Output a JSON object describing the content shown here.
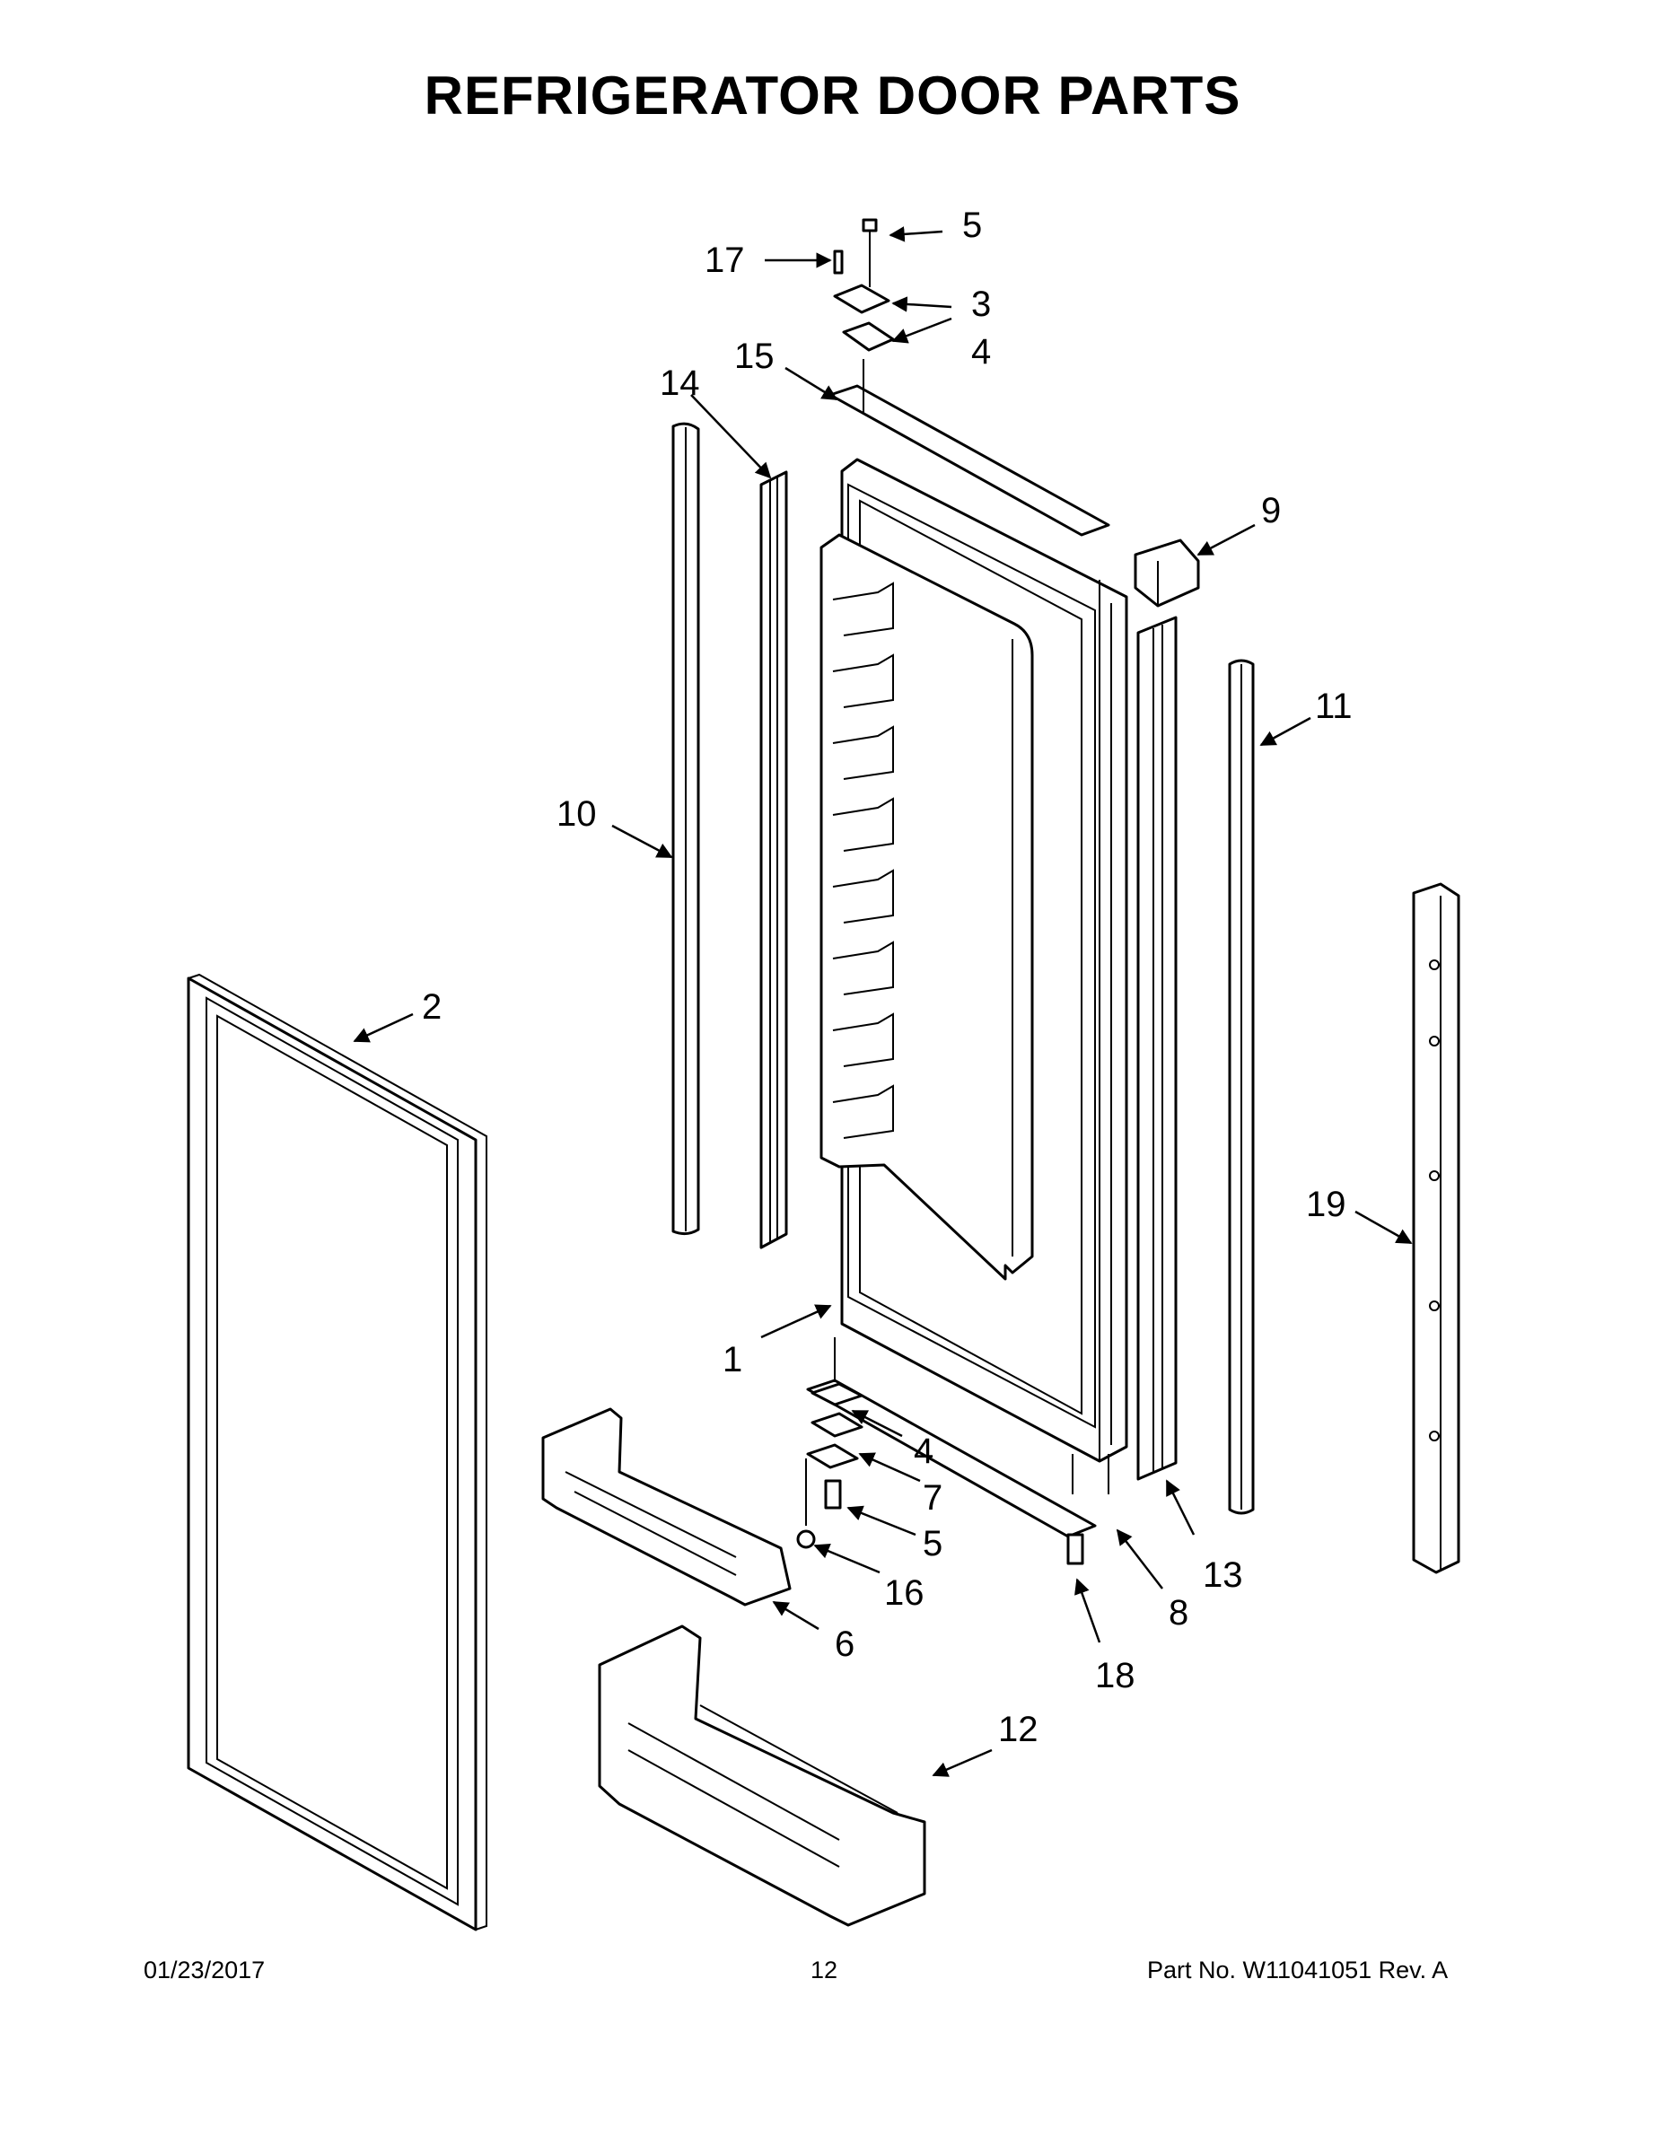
{
  "title": "REFRIGERATOR DOOR PARTS",
  "footer": {
    "date": "01/23/2017",
    "page": "12",
    "part_no": "Part No.  W11041051  Rev.  A"
  },
  "callouts": {
    "c1": "1",
    "c2": "2",
    "c3": "3",
    "c4a": "4",
    "c4b": "4",
    "c5a": "5",
    "c5b": "5",
    "c6": "6",
    "c7": "7",
    "c8": "8",
    "c9": "9",
    "c10": "10",
    "c11": "11",
    "c12": "12",
    "c13": "13",
    "c14": "14",
    "c15": "15",
    "c16": "16",
    "c17": "17",
    "c18": "18",
    "c19": "19"
  }
}
